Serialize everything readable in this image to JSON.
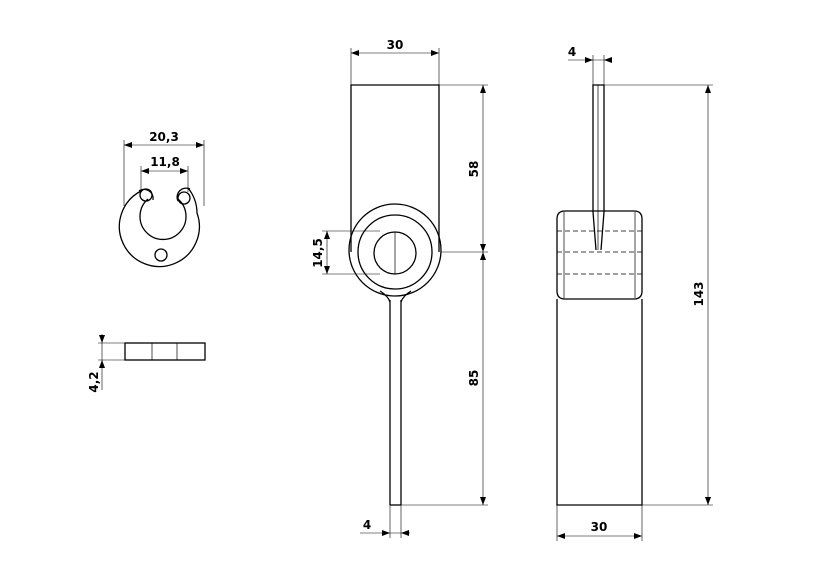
{
  "dimensions": {
    "ring_outer_diameter": "20,3",
    "ring_inner_diameter": "11,8",
    "ring_thickness": "4,2",
    "top_width": "30",
    "hole_diameter": "14,5",
    "upper_height": "58",
    "lower_height": "85",
    "stem_width": "4",
    "side_blade_width": "4",
    "total_height": "143",
    "side_width": "30"
  }
}
